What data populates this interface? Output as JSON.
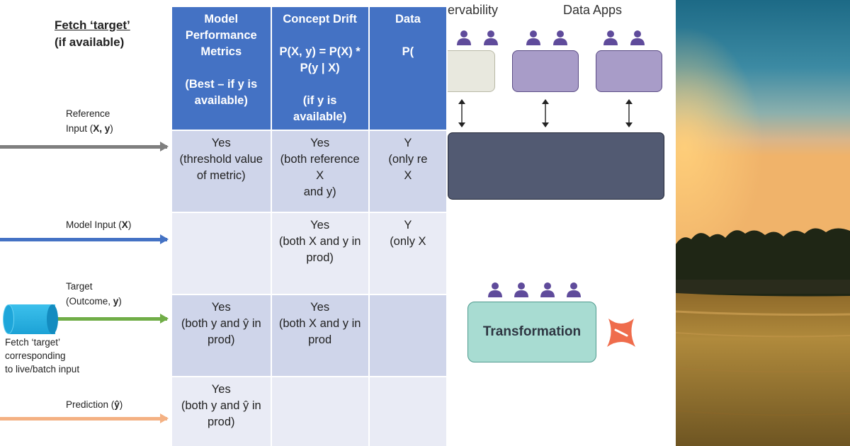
{
  "left": {
    "fetch_heading_line1": "Fetch ‘target’",
    "fetch_heading_line2": "(if available)",
    "rows": [
      {
        "label_pre": "Reference",
        "label_line2_pre": "Input (",
        "label_bold": "X, y",
        "label_post": ")"
      },
      {
        "label_pre": "Model Input (",
        "label_bold": "X",
        "label_post": ")"
      },
      {
        "label_line1": "Target",
        "label_line2_pre": "(Outcome, ",
        "label_bold": "y",
        "label_post": ")"
      },
      {
        "label_pre": "Prediction (",
        "label_sym": "ŷ",
        "label_post": ")"
      }
    ],
    "fetch_caption": [
      "Fetch ‘target’",
      "corresponding",
      "to live/batch input"
    ],
    "colors": {
      "reference": "#7f7f7f",
      "model_input": "#4472c4",
      "target": "#70ad47",
      "prediction": "#f4b183",
      "header": "#4472c4",
      "band_dark": "#cfd5ea",
      "band_light": "#e9ebf5"
    },
    "table": {
      "headers": [
        [
          "Model",
          "Performance",
          "Metrics",
          "",
          "(Best – if y is",
          "available)"
        ],
        [
          "Concept Drift",
          "",
          "P(X, y) = P(X) *",
          "P(y | X)",
          "",
          "(if y is available)"
        ],
        [
          "Data",
          "",
          "P("
        ]
      ],
      "cells": [
        [
          [
            "Yes",
            "(threshold value",
            "of metric)"
          ],
          [
            "Yes",
            "(both reference X",
            "and y)"
          ],
          [
            "Y",
            "(only re",
            "X"
          ]
        ],
        [
          [],
          [
            "Yes",
            "(both X and y in",
            "prod)"
          ],
          [
            "Y",
            "(only X"
          ]
        ],
        [
          [
            "Yes",
            "(both y and ŷ in",
            "prod)"
          ],
          [
            "Yes",
            "(both X and y in",
            "prod"
          ],
          []
        ],
        [
          [
            "Yes",
            "(both y and ŷ  in",
            "prod)"
          ],
          [],
          []
        ]
      ]
    }
  },
  "middle": {
    "observability_title": "ervability",
    "data_apps_title": "Data Apps",
    "transformation_label": "Transformation",
    "icons": [
      "user-icon",
      "double-arrow-icon",
      "dbt-logo-icon"
    ],
    "colors": {
      "user": "#5f4b9b",
      "app_box": "#a89cc8",
      "obs_box": "#e8e8de",
      "platform": "#525a72",
      "transform": "#a8dcd2",
      "dbt": "#ef6c4c"
    }
  },
  "right": {
    "photo": "sunset-wheat-field"
  }
}
